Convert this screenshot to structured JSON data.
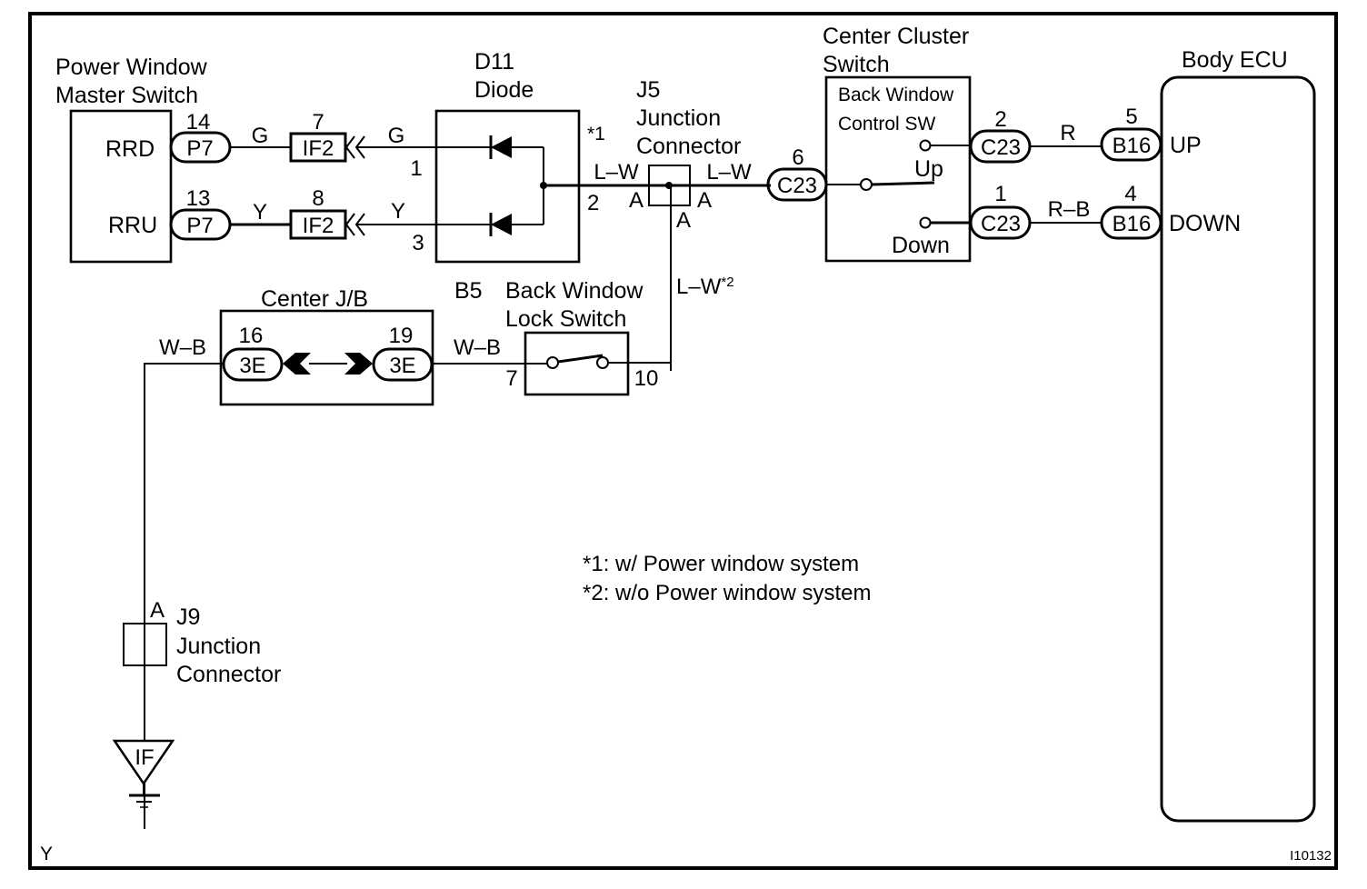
{
  "diagram": {
    "corner_code": "Y",
    "figure_id": "I10132",
    "notes": [
      "*1: w/ Power window system",
      "*2: w/o Power window system"
    ]
  },
  "components": {
    "master_switch": {
      "title_line1": "Power Window",
      "title_line2": "Master Switch",
      "terminals": [
        {
          "name": "RRD",
          "pin": "14",
          "connector": "P7"
        },
        {
          "name": "RRU",
          "pin": "13",
          "connector": "P7"
        }
      ]
    },
    "inline_connectors": [
      {
        "pin": "7",
        "connector": "IF2"
      },
      {
        "pin": "8",
        "connector": "IF2"
      }
    ],
    "diode": {
      "code": "D11",
      "title": "Diode",
      "note_ref": "*1",
      "pins": [
        "1",
        "3",
        "2"
      ]
    },
    "j5": {
      "code": "J5",
      "title_line1": "Junction",
      "title_line2": "Connector",
      "terminal_labels": [
        "A",
        "A",
        "A"
      ]
    },
    "center_cluster_switch": {
      "title_line1": "Center Cluster",
      "title_line2": "Switch",
      "inner_line1": "Back Window",
      "inner_line2": "Control SW",
      "input": {
        "pin": "6",
        "connector": "C23"
      },
      "outputs": [
        {
          "label": "Up",
          "pin": "2",
          "connector": "C23"
        },
        {
          "label": "Down",
          "pin": "1",
          "connector": "C23"
        }
      ]
    },
    "body_ecu": {
      "title": "Body ECU",
      "terminals": [
        {
          "name": "UP",
          "pin": "5",
          "connector": "B16"
        },
        {
          "name": "DOWN",
          "pin": "4",
          "connector": "B16"
        }
      ]
    },
    "center_jb": {
      "title": "Center J/B",
      "left": {
        "pin": "16",
        "connector": "3E"
      },
      "right": {
        "pin": "19",
        "connector": "3E"
      }
    },
    "lock_switch": {
      "code": "B5",
      "title_line1": "Back Window",
      "title_line2": "Lock Switch",
      "pins": [
        "7",
        "10"
      ]
    },
    "j9": {
      "code": "J9",
      "title_line1": "Junction",
      "title_line2": "Connector",
      "terminal_label": "A"
    },
    "ground": {
      "label": "IF"
    }
  },
  "wires": {
    "rrd_to_if2": "G",
    "if2_to_diode_1": "G",
    "rru_to_if2": "Y",
    "if2_to_diode_3": "Y",
    "diode_to_j5": "L–W",
    "j5_to_c23": "L–W",
    "j5_to_lock": "L–W",
    "j5_to_lock_note": "*2",
    "up_wire": "R",
    "down_wire": "R–B",
    "jb_to_lock": "W–B",
    "jb_to_ground": "W–B"
  }
}
